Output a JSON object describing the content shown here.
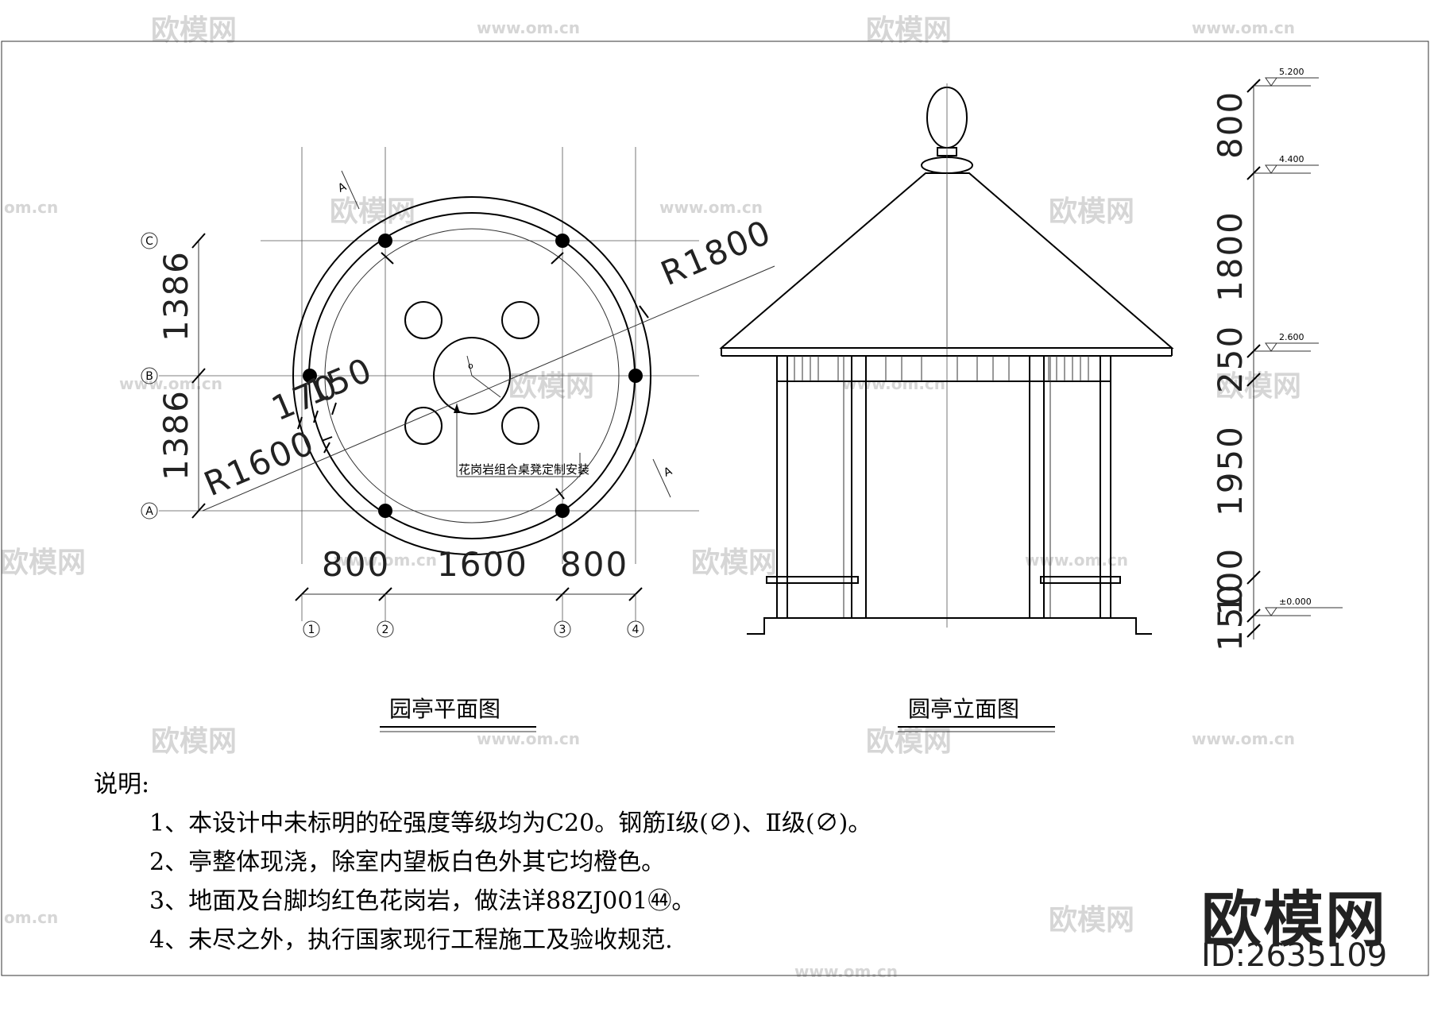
{
  "watermark": {
    "brand": "欧模网",
    "site": "www.om.cn",
    "site_short": "om.cn"
  },
  "plan": {
    "title": "园亭平面图",
    "note": "花岗岩组合桌凳定制安装",
    "radius_outer": "R1800",
    "radius_inner": "R1600",
    "side_dims": [
      "1386",
      "1386"
    ],
    "small_dims": [
      "170",
      "150"
    ],
    "bottom_dims": [
      "800",
      "1600",
      "800"
    ],
    "row_axes": [
      "C",
      "B",
      "A"
    ],
    "col_axes": [
      "1",
      "2",
      "3",
      "4"
    ],
    "section_mark": "A"
  },
  "elevation": {
    "title": "圆亭立面图",
    "dims": [
      "800",
      "1800",
      "250",
      "1950",
      "100",
      "150"
    ],
    "levels": [
      "5.200",
      "4.400",
      "2.600",
      "±0.000"
    ]
  },
  "notes": {
    "heading": "说明:",
    "items": [
      "1、本设计中未标明的砼强度等级均为C20。钢筋Ⅰ级(∅)、Ⅱ级(∅)。",
      "2、亭整体现浇，除室内望板白色外其它均橙色。",
      "3、地面及台脚均红色花岗岩，做法详88ZJ001㊹。",
      "4、未尽之外，执行国家现行工程施工及验收规范."
    ]
  },
  "brand_block": {
    "name": "欧模网",
    "id": "ID:2635109"
  }
}
